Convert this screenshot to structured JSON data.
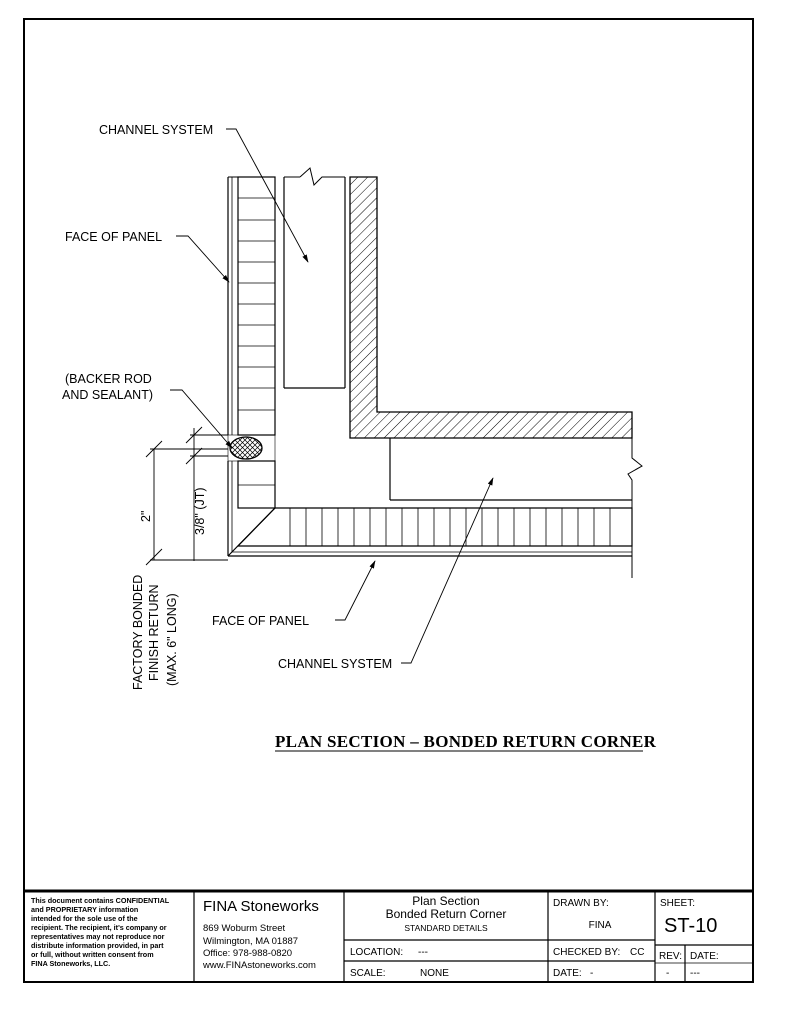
{
  "drawing": {
    "title": "PLAN SECTION – BONDED RETURN CORNER",
    "labels": {
      "channel_system_top": "CHANNEL SYSTEM",
      "face_of_panel_top": "FACE OF PANEL",
      "backer_rod_line1": "(BACKER ROD",
      "backer_rod_line2": "AND SEALANT)",
      "dim_2": "2\"",
      "dim_jt": "3/8\" (JT)",
      "factory_line1": "FACTORY BONDED",
      "factory_line2": "FINISH RETURN",
      "factory_line3": "(MAX. 6\" LONG)",
      "face_of_panel_bottom": "FACE OF PANEL",
      "channel_system_bottom": "CHANNEL SYSTEM"
    }
  },
  "title_block": {
    "confidential": [
      "This document contains CONFIDENTIAL",
      "and PROPRIETARY information",
      "intended for the sole use of the",
      "recipient. The recipient, it's company or",
      "representatives may not reproduce nor",
      "distribute information provided, in part",
      "or full, without written consent from",
      "FINA Stoneworks, LLC."
    ],
    "company": "FINA Stoneworks",
    "address1": "869 Woburm Street",
    "address2": "Wilmington, MA 01887",
    "office": "Office: 978-988-0820",
    "website": "www.FINAstoneworks.com",
    "title_line1": "Plan Section",
    "title_line2": "Bonded Return Corner",
    "title_line3": "STANDARD DETAILS",
    "location_label": "LOCATION:",
    "location_value": "---",
    "scale_label": "SCALE:",
    "scale_value": "NONE",
    "drawn_by_label": "DRAWN BY:",
    "drawn_by_value": "FINA",
    "checked_by_label": "CHECKED BY:",
    "checked_by_value": "CC",
    "date_label": "DATE:",
    "date_value": "-",
    "sheet_label": "SHEET:",
    "sheet_value": "ST-10",
    "rev_label": "REV:",
    "rev_value": "-",
    "rev_date_label": "DATE:",
    "rev_date_value": "---"
  }
}
